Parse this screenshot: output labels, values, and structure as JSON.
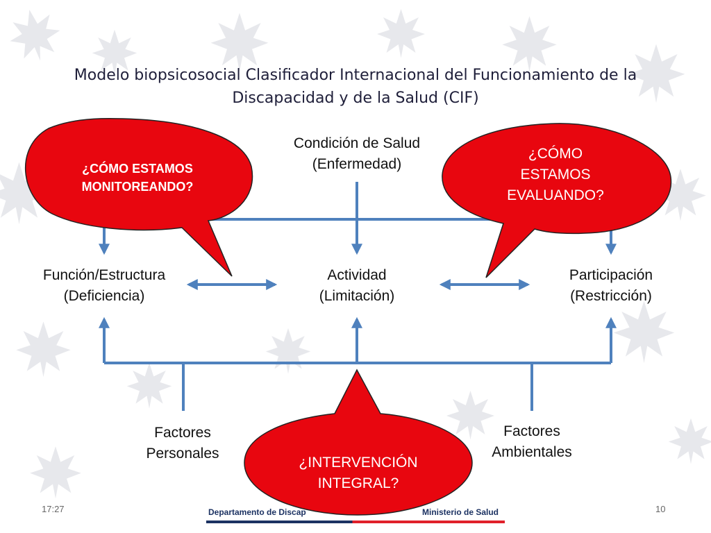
{
  "title": "Modelo biopsicosocial Clasificador Internacional del Funcionamiento de la Discapacidad y de la Salud (CIF)",
  "nodes": {
    "health_condition": {
      "line1": "Condición de Salud",
      "line2": "(Enfermedad)"
    },
    "body_function": {
      "line1": "Función/Estructura",
      "line2": "(Deficiencia)"
    },
    "activity": {
      "line1": "Actividad",
      "line2": "(Limitación)"
    },
    "participation": {
      "line1": "Participación",
      "line2": "(Restricción)"
    },
    "personal_factors": {
      "line1": "Factores",
      "line2": "Personales"
    },
    "environmental_factors": {
      "line1": "Factores",
      "line2": "Ambientales"
    }
  },
  "bubbles": {
    "monitoring": {
      "line1": "¿CÓMO ESTAMOS",
      "line2": "MONITOREANDO?"
    },
    "evaluating": {
      "line1": "¿CÓMO",
      "line2": "ESTAMOS",
      "line3": "EVALUANDO?"
    },
    "intervention": {
      "line1": "¿INTERVENCIÓN",
      "line2": "INTEGRAL?"
    }
  },
  "footer": {
    "time": "17:27",
    "page": "10",
    "department": "Departamento de Discap",
    "ministry": "Ministerio de Salud"
  },
  "colors": {
    "connector": "#4f81bd",
    "bubble_fill": "#e8060f",
    "bubble_stroke": "#222222",
    "footer_blue": "#1c3262",
    "footer_red": "#e0202a"
  }
}
